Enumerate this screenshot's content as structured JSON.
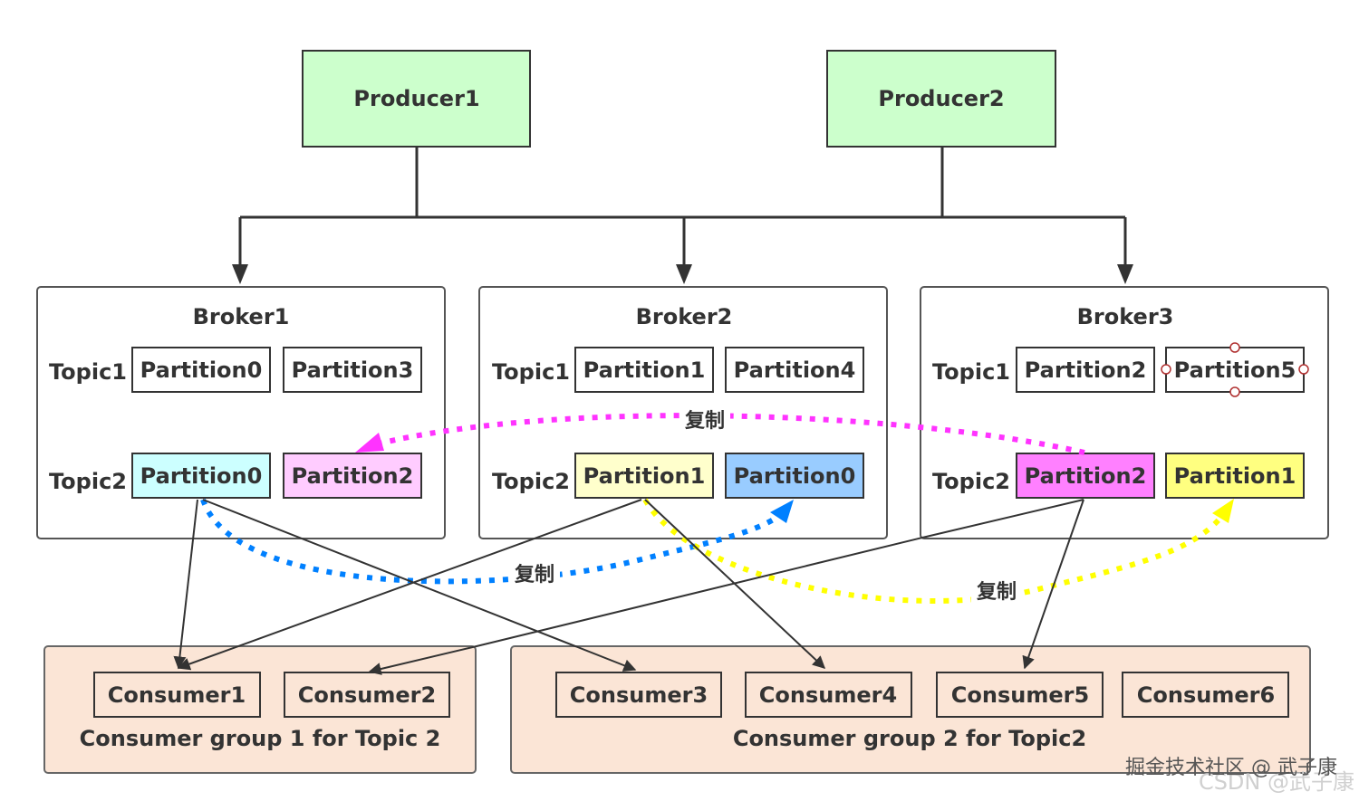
{
  "producers": [
    {
      "label": "Producer1",
      "color": "#ccffcc"
    },
    {
      "label": "Producer2",
      "color": "#ccffcc"
    }
  ],
  "brokers": [
    {
      "label": "Broker1",
      "topic1": {
        "label": "Topic1",
        "partitions": [
          "Partition0",
          "Partition3"
        ]
      },
      "topic2": {
        "label": "Topic2",
        "partitions": [
          "Partition0",
          "Partition2"
        ]
      }
    },
    {
      "label": "Broker2",
      "topic1": {
        "label": "Topic1",
        "partitions": [
          "Partition1",
          "Partition4"
        ]
      },
      "topic2": {
        "label": "Topic2",
        "partitions": [
          "Partition1",
          "Partition0"
        ]
      }
    },
    {
      "label": "Broker3",
      "topic1": {
        "label": "Topic1",
        "partitions": [
          "Partition2",
          "Partition5"
        ]
      },
      "topic2": {
        "label": "Topic2",
        "partitions": [
          "Partition2",
          "Partition1"
        ]
      }
    }
  ],
  "replication_label": "复制",
  "consumer_groups": [
    {
      "label": "Consumer group 1 for Topic 2",
      "consumers": [
        "Consumer1",
        "Consumer2"
      ]
    },
    {
      "label": "Consumer group 2 for Topic2",
      "consumers": [
        "Consumer3",
        "Consumer4",
        "Consumer5",
        "Consumer6"
      ]
    }
  ],
  "watermark": "掘金技术社区 @ 武子康",
  "watermark_sub": "CSDN @武子康",
  "colors": {
    "producer": "#ccffcc",
    "consumer_group": "#fbe5d6",
    "partition_cyan": "#ccffff",
    "partition_pink": "#ffccff",
    "partition_lightyellow": "#ffffcc",
    "partition_blue": "#99ccff",
    "partition_magenta": "#ff80ff",
    "partition_yellow": "#ffff80",
    "repl_magenta": "#ff33ff",
    "repl_blue": "#0080ff",
    "repl_yellow": "#ffff00"
  }
}
